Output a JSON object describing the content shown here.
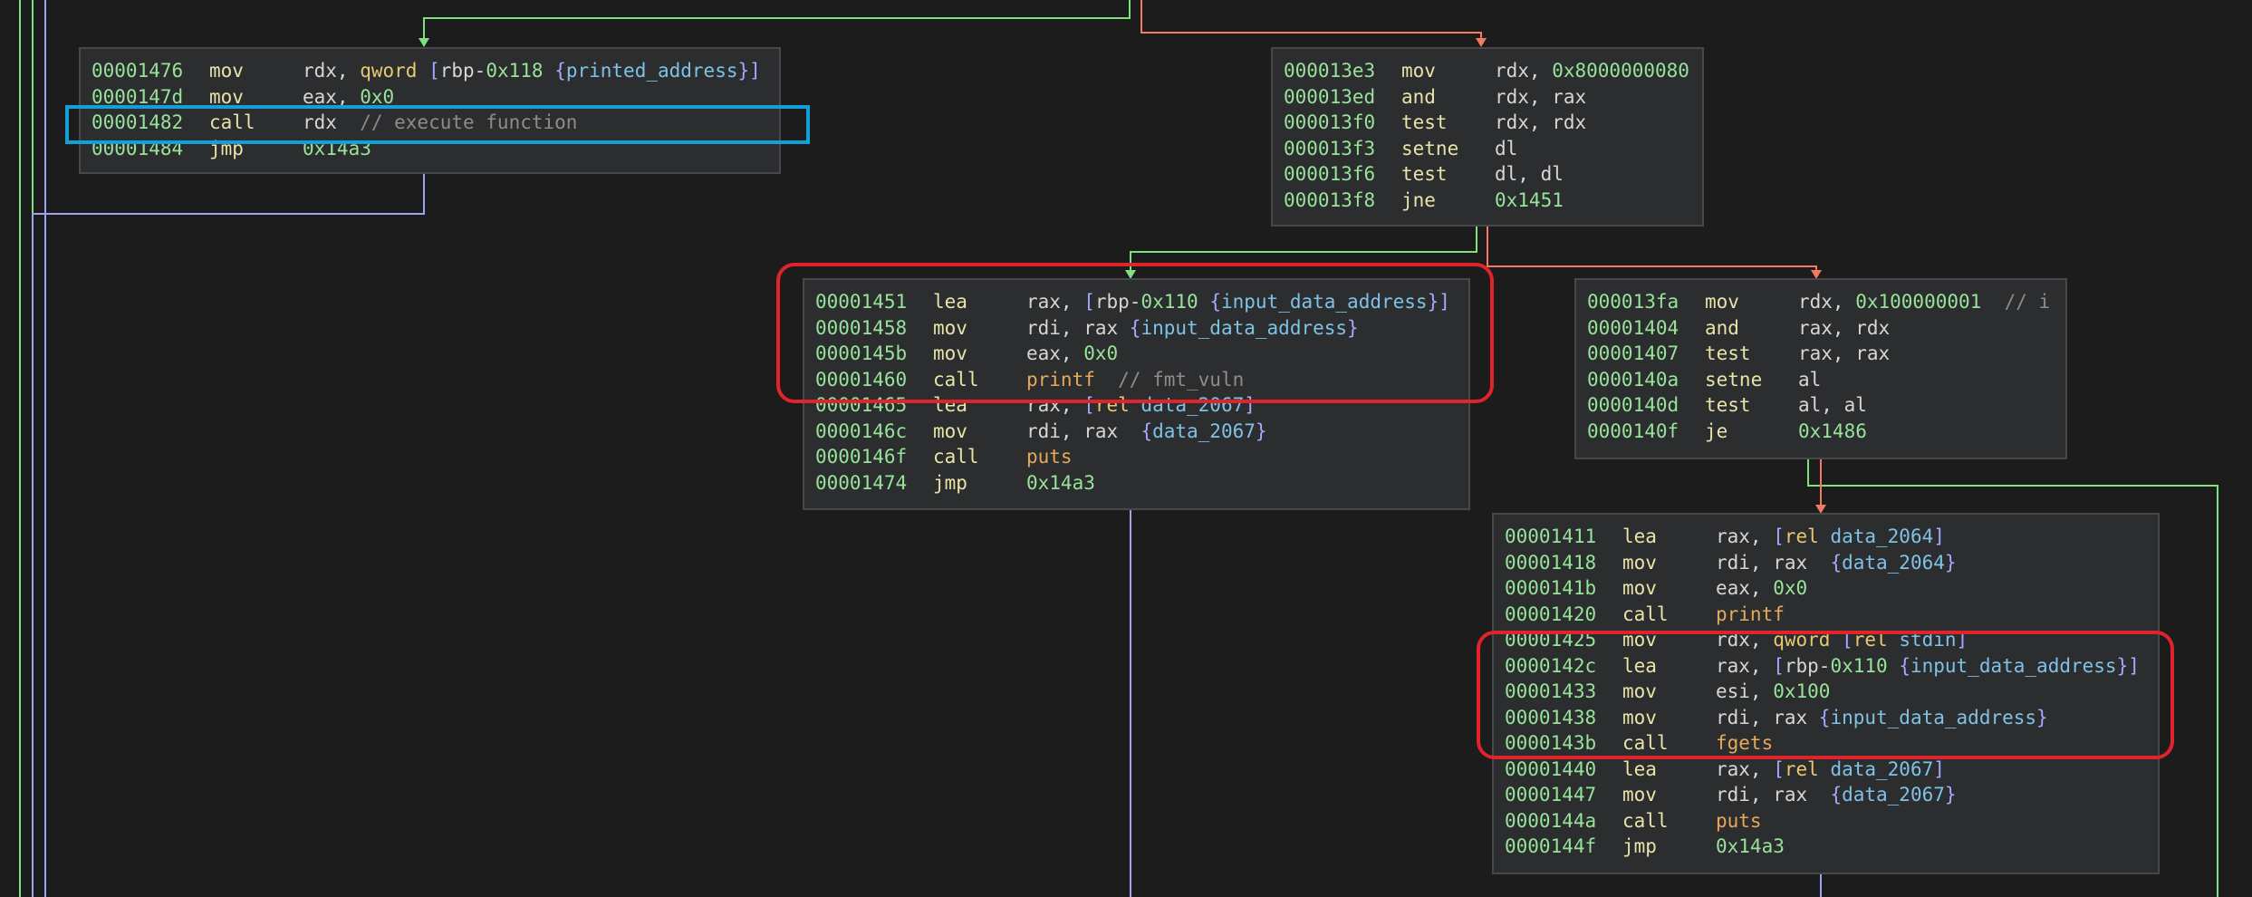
{
  "colors": {
    "background": "#1c1c1c",
    "block_bg": "#2c2d2f",
    "address": "#98e39a",
    "mnemonic": "#e8e3a8",
    "symbol": "#7fc2e6",
    "function": "#e8a85a",
    "comment": "#8c8c8c",
    "edge_true": "#7ee07f",
    "edge_false": "#f07a62",
    "edge_unconditional": "#9ea2f0",
    "highlight_red": "#e1232b",
    "highlight_blue": "#139fd8"
  },
  "blocks": [
    {
      "id": "block-1476",
      "lines": [
        {
          "addr": "00001476",
          "mn": "mov",
          "op": [
            [
              "op",
              "rdx, "
            ],
            [
              "kw",
              "qword "
            ],
            [
              "br",
              "["
            ],
            [
              "op",
              "rbp-"
            ],
            [
              "num",
              "0x118"
            ],
            [
              "op",
              " "
            ],
            [
              "br",
              "{"
            ],
            [
              "sym",
              "printed_address"
            ],
            [
              "br",
              "}"
            ],
            [
              "br",
              "]"
            ]
          ]
        },
        {
          "addr": "0000147d",
          "mn": "mov",
          "op": [
            [
              "op",
              "eax, "
            ],
            [
              "num",
              "0x0"
            ]
          ]
        },
        {
          "addr": "00001482",
          "mn": "call",
          "op": [
            [
              "op",
              "rdx  "
            ],
            [
              "cm",
              "// execute function"
            ]
          ]
        },
        {
          "addr": "00001484",
          "mn": "jmp",
          "op": [
            [
              "num",
              "0x14a3"
            ]
          ]
        }
      ]
    },
    {
      "id": "block-13e3",
      "lines": [
        {
          "addr": "000013e3",
          "mn": "mov",
          "op": [
            [
              "op",
              "rdx, "
            ],
            [
              "num",
              "0x8000000080"
            ]
          ]
        },
        {
          "addr": "000013ed",
          "mn": "and",
          "op": [
            [
              "op",
              "rdx, rax"
            ]
          ]
        },
        {
          "addr": "000013f0",
          "mn": "test",
          "op": [
            [
              "op",
              "rdx, rdx"
            ]
          ]
        },
        {
          "addr": "000013f3",
          "mn": "setne",
          "op": [
            [
              "op",
              "dl"
            ]
          ]
        },
        {
          "addr": "000013f6",
          "mn": "test",
          "op": [
            [
              "op",
              "dl, dl"
            ]
          ]
        },
        {
          "addr": "000013f8",
          "mn": "jne",
          "op": [
            [
              "num",
              "0x1451"
            ]
          ]
        }
      ]
    },
    {
      "id": "block-1451",
      "lines": [
        {
          "addr": "00001451",
          "mn": "lea",
          "op": [
            [
              "op",
              "rax, "
            ],
            [
              "br",
              "["
            ],
            [
              "op",
              "rbp-"
            ],
            [
              "num",
              "0x110"
            ],
            [
              "op",
              " "
            ],
            [
              "br",
              "{"
            ],
            [
              "sym",
              "input_data_address"
            ],
            [
              "br",
              "}"
            ],
            [
              "br",
              "]"
            ]
          ]
        },
        {
          "addr": "00001458",
          "mn": "mov",
          "op": [
            [
              "op",
              "rdi, rax "
            ],
            [
              "br",
              "{"
            ],
            [
              "sym",
              "input_data_address"
            ],
            [
              "br",
              "}"
            ]
          ]
        },
        {
          "addr": "0000145b",
          "mn": "mov",
          "op": [
            [
              "op",
              "eax, "
            ],
            [
              "num",
              "0x0"
            ]
          ]
        },
        {
          "addr": "00001460",
          "mn": "call",
          "op": [
            [
              "fn",
              "printf"
            ],
            [
              "op",
              "  "
            ],
            [
              "cm",
              "// fmt_vuln"
            ]
          ]
        },
        {
          "addr": "00001465",
          "mn": "lea",
          "op": [
            [
              "op",
              "rax, "
            ],
            [
              "br",
              "["
            ],
            [
              "kw",
              "rel "
            ],
            [
              "sym",
              "data_2067"
            ],
            [
              "br",
              "]"
            ]
          ]
        },
        {
          "addr": "0000146c",
          "mn": "mov",
          "op": [
            [
              "op",
              "rdi, rax  "
            ],
            [
              "br",
              "{"
            ],
            [
              "sym",
              "data_2067"
            ],
            [
              "br",
              "}"
            ]
          ]
        },
        {
          "addr": "0000146f",
          "mn": "call",
          "op": [
            [
              "fn",
              "puts"
            ]
          ]
        },
        {
          "addr": "00001474",
          "mn": "jmp",
          "op": [
            [
              "num",
              "0x14a3"
            ]
          ]
        }
      ]
    },
    {
      "id": "block-13fa",
      "lines": [
        {
          "addr": "000013fa",
          "mn": "mov",
          "op": [
            [
              "op",
              "rdx, "
            ],
            [
              "num",
              "0x100000001"
            ],
            [
              "op",
              "  "
            ],
            [
              "cm",
              "// i"
            ]
          ]
        },
        {
          "addr": "00001404",
          "mn": "and",
          "op": [
            [
              "op",
              "rax, rdx"
            ]
          ]
        },
        {
          "addr": "00001407",
          "mn": "test",
          "op": [
            [
              "op",
              "rax, rax"
            ]
          ]
        },
        {
          "addr": "0000140a",
          "mn": "setne",
          "op": [
            [
              "op",
              "al"
            ]
          ]
        },
        {
          "addr": "0000140d",
          "mn": "test",
          "op": [
            [
              "op",
              "al, al"
            ]
          ]
        },
        {
          "addr": "0000140f",
          "mn": "je",
          "op": [
            [
              "num",
              "0x1486"
            ]
          ]
        }
      ]
    },
    {
      "id": "block-1411",
      "lines": [
        {
          "addr": "00001411",
          "mn": "lea",
          "op": [
            [
              "op",
              "rax, "
            ],
            [
              "br",
              "["
            ],
            [
              "kw",
              "rel "
            ],
            [
              "sym",
              "data_2064"
            ],
            [
              "br",
              "]"
            ]
          ]
        },
        {
          "addr": "00001418",
          "mn": "mov",
          "op": [
            [
              "op",
              "rdi, rax  "
            ],
            [
              "br",
              "{"
            ],
            [
              "sym",
              "data_2064"
            ],
            [
              "br",
              "}"
            ]
          ]
        },
        {
          "addr": "0000141b",
          "mn": "mov",
          "op": [
            [
              "op",
              "eax, "
            ],
            [
              "num",
              "0x0"
            ]
          ]
        },
        {
          "addr": "00001420",
          "mn": "call",
          "op": [
            [
              "fn",
              "printf"
            ]
          ]
        },
        {
          "addr": "00001425",
          "mn": "mov",
          "op": [
            [
              "op",
              "rdx, "
            ],
            [
              "kw",
              "qword "
            ],
            [
              "br",
              "["
            ],
            [
              "kw",
              "rel "
            ],
            [
              "sym",
              "stdin"
            ],
            [
              "br",
              "]"
            ]
          ]
        },
        {
          "addr": "0000142c",
          "mn": "lea",
          "op": [
            [
              "op",
              "rax, "
            ],
            [
              "br",
              "["
            ],
            [
              "op",
              "rbp-"
            ],
            [
              "num",
              "0x110"
            ],
            [
              "op",
              " "
            ],
            [
              "br",
              "{"
            ],
            [
              "sym",
              "input_data_address"
            ],
            [
              "br",
              "}"
            ],
            [
              "br",
              "]"
            ]
          ]
        },
        {
          "addr": "00001433",
          "mn": "mov",
          "op": [
            [
              "op",
              "esi, "
            ],
            [
              "num",
              "0x100"
            ]
          ]
        },
        {
          "addr": "00001438",
          "mn": "mov",
          "op": [
            [
              "op",
              "rdi, rax "
            ],
            [
              "br",
              "{"
            ],
            [
              "sym",
              "input_data_address"
            ],
            [
              "br",
              "}"
            ]
          ]
        },
        {
          "addr": "0000143b",
          "mn": "call",
          "op": [
            [
              "fn",
              "fgets"
            ]
          ]
        },
        {
          "addr": "00001440",
          "mn": "lea",
          "op": [
            [
              "op",
              "rax, "
            ],
            [
              "br",
              "["
            ],
            [
              "kw",
              "rel "
            ],
            [
              "sym",
              "data_2067"
            ],
            [
              "br",
              "]"
            ]
          ]
        },
        {
          "addr": "00001447",
          "mn": "mov",
          "op": [
            [
              "op",
              "rdi, rax  "
            ],
            [
              "br",
              "{"
            ],
            [
              "sym",
              "data_2067"
            ],
            [
              "br",
              "}"
            ]
          ]
        },
        {
          "addr": "0000144a",
          "mn": "call",
          "op": [
            [
              "fn",
              "puts"
            ]
          ]
        },
        {
          "addr": "0000144f",
          "mn": "jmp",
          "op": [
            [
              "num",
              "0x14a3"
            ]
          ]
        }
      ]
    }
  ]
}
